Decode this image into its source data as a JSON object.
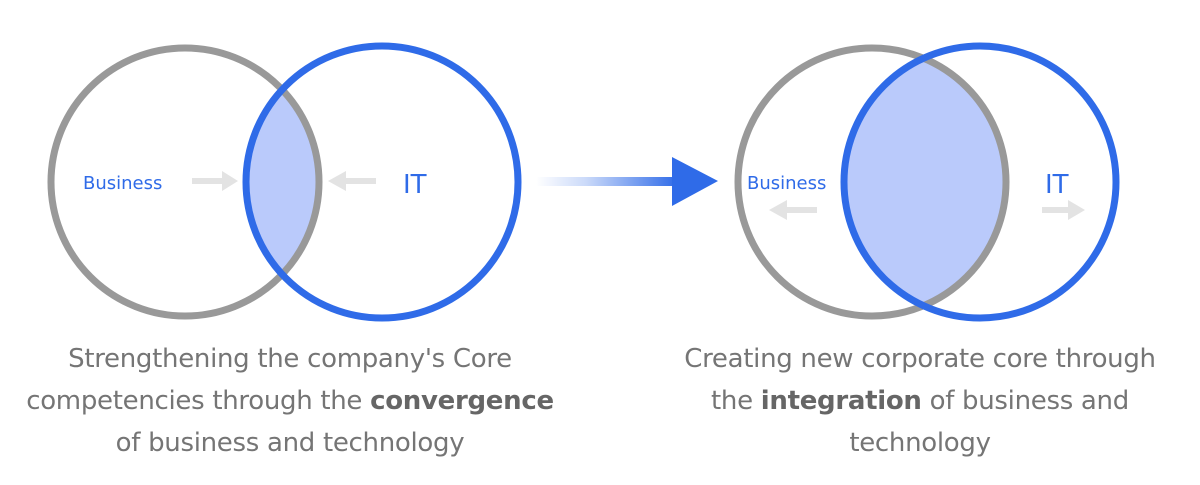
{
  "colors": {
    "business_ring": "#999999",
    "it_ring": "#2F6BE8",
    "overlap_fill": "#BACAFB",
    "label_blue": "#2F6BE8",
    "caption_text": "#757575",
    "small_arrow": "#E3E3E3"
  },
  "left_diagram": {
    "business_label": "Business",
    "it_label": "IT",
    "caption": {
      "before": "Strengthening the company's Core",
      "line2_before": "competencies through the ",
      "bold": "convergence",
      "after": "of business and technology"
    }
  },
  "transition_arrow": {
    "icon": "right-arrow-icon"
  },
  "right_diagram": {
    "business_label": "Business",
    "it_label": "IT",
    "caption": {
      "before": "Creating new corporate core through",
      "line2_before": "the ",
      "bold": "integration",
      "line2_after": " of business and",
      "after": "technology"
    }
  }
}
